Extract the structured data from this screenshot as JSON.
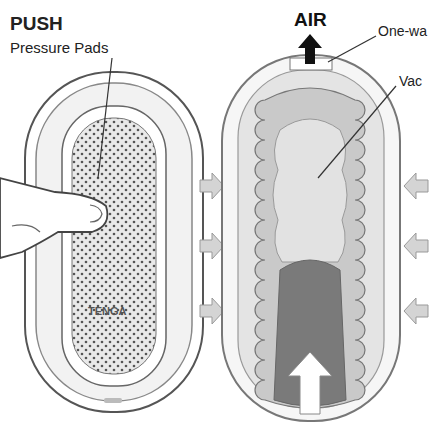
{
  "diagram": {
    "labels": [
      "PUSH",
      "Pressure Pads",
      "AIR",
      "One-wa",
      "Vac",
      "TENGA"
    ]
  }
}
